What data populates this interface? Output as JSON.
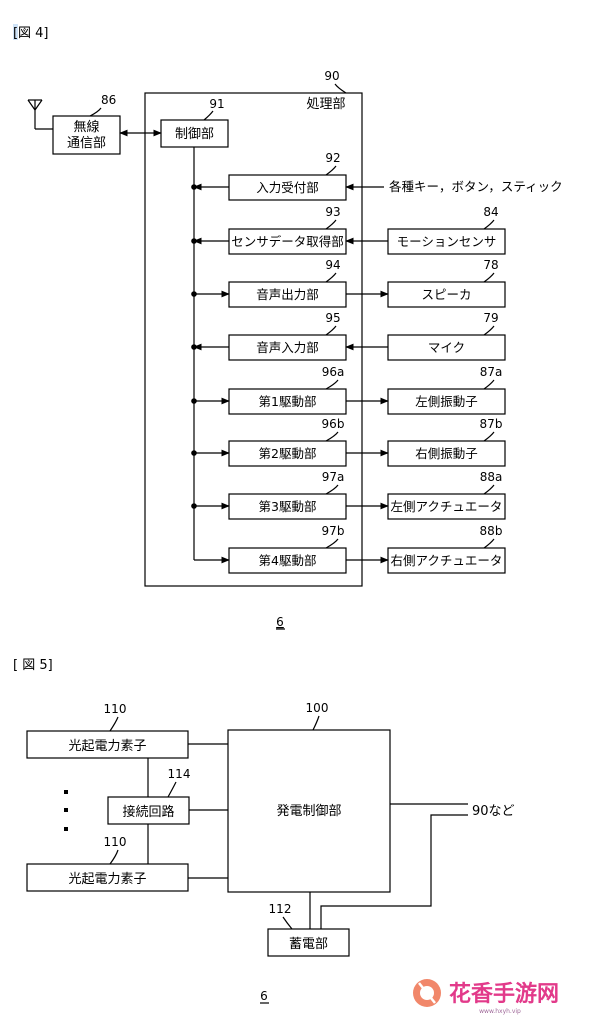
{
  "fig4": {
    "caption_bracket": "[",
    "caption_rest": " 図 4]",
    "antenna_ref": "86",
    "wireless_line1": "無線",
    "wireless_line2": "通信部",
    "processing_ref": "90",
    "processing_label": "処理部",
    "control_ref": "91",
    "control_label": "制御部",
    "blocks": [
      {
        "ref": "92",
        "label": "入力受付部"
      },
      {
        "ref": "93",
        "label": "センサデータ取得部"
      },
      {
        "ref": "94",
        "label": "音声出力部"
      },
      {
        "ref": "95",
        "label": "音声入力部"
      },
      {
        "ref": "96a",
        "label": "第1駆動部"
      },
      {
        "ref": "96b",
        "label": "第2駆動部"
      },
      {
        "ref": "97a",
        "label": "第3駆動部"
      },
      {
        "ref": "97b",
        "label": "第4駆動部"
      }
    ],
    "input_text": "各種キー，ボタン，スティック",
    "externals": [
      {
        "ref": "84",
        "label": "モーションセンサ"
      },
      {
        "ref": "78",
        "label": "スピーカ"
      },
      {
        "ref": "79",
        "label": "マイク"
      },
      {
        "ref": "87a",
        "label": "左側振動子"
      },
      {
        "ref": "87b",
        "label": "右側振動子"
      },
      {
        "ref": "88a",
        "label": "左側アクチュエータ"
      },
      {
        "ref": "88b",
        "label": "右側アクチュエータ"
      }
    ],
    "figure_number": "6"
  },
  "fig5": {
    "caption": "[ 図 5]",
    "pv_top_ref": "110",
    "pv_top_label": "光起電力素子",
    "connection_ref": "114",
    "connection_label": "接続回路",
    "pv_bottom_ref": "110",
    "pv_bottom_label": "光起電力素子",
    "control_ref": "100",
    "control_label": "発電制御部",
    "output_label": "90など",
    "storage_ref": "112",
    "storage_label": "蓄電部",
    "figure_number": "6"
  },
  "watermark": {
    "text": "花香手游网",
    "sub": "www.hxyh.vip"
  }
}
